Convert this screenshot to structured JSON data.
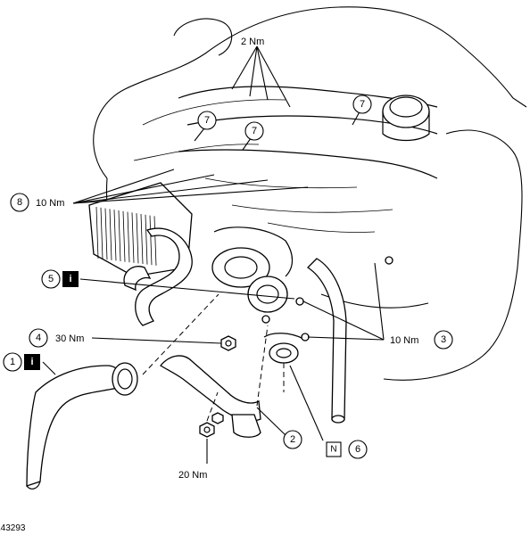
{
  "figure_id": "E43293",
  "callouts": [
    {
      "id": "c1",
      "number": "1",
      "info": "i"
    },
    {
      "id": "c2",
      "number": "2"
    },
    {
      "id": "c3",
      "number": "3"
    },
    {
      "id": "c4",
      "number": "4"
    },
    {
      "id": "c5",
      "number": "5",
      "info": "i"
    },
    {
      "id": "c6",
      "number": "6",
      "box": "N"
    },
    {
      "id": "c7a",
      "number": "7"
    },
    {
      "id": "c7b",
      "number": "7"
    },
    {
      "id": "c7c",
      "number": "7"
    },
    {
      "id": "c8",
      "number": "8"
    }
  ],
  "torques": {
    "top": "2 Nm",
    "left_upper": "10 Nm",
    "left_mid": "30 Nm",
    "right_mid": "10 Nm",
    "bottom": "20 Nm"
  }
}
